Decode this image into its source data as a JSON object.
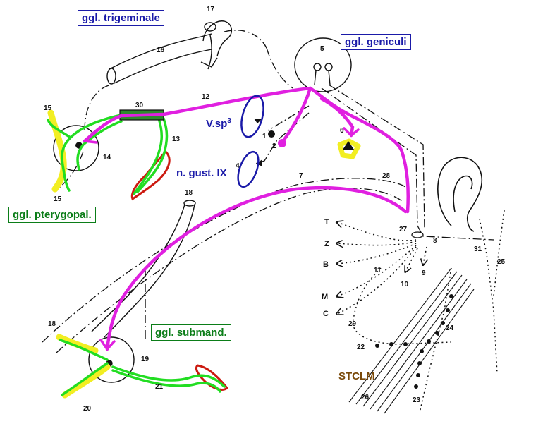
{
  "labels": {
    "ggl_trigeminale": "ggl. trigeminale",
    "ggl_geniculi": "ggl. geniculi",
    "v_sp": "V.sp",
    "v_sp_sup": "3",
    "n_gust_ix": "n. gust. IX",
    "ggl_pterygopal": "ggl. pterygopal.",
    "ggl_submand": "ggl. submand.",
    "stclm": "STCLM"
  },
  "numbers": {
    "n1": "1",
    "n2": "2",
    "n4": "4",
    "n5": "5",
    "n6": "6",
    "n7": "7",
    "n8": "8",
    "n9": "9",
    "n10": "10",
    "n11": "11",
    "n12": "12",
    "n13": "13",
    "n14": "14",
    "n15a": "15",
    "n15b": "15",
    "n16": "16",
    "n17": "17",
    "n18a": "18",
    "n18b": "18",
    "n19": "19",
    "n20": "20",
    "n21": "21",
    "n22": "22",
    "n23": "23",
    "n24": "24",
    "n25": "25",
    "n26": "26",
    "n27": "27",
    "n28": "28",
    "n29": "29",
    "n30": "30",
    "n31": "31"
  },
  "muscle_letters": {
    "t": "T",
    "z": "Z",
    "b": "B",
    "m": "M",
    "c": "C"
  },
  "colors": {
    "magenta": "#e020e0",
    "green": "#22dd22",
    "yellow": "#f2ee22",
    "red": "#cc1a10",
    "blue": "#1a1aa8",
    "darkgreen": "#0b7d18",
    "brown": "#7a4a0a",
    "ink": "#111111"
  }
}
